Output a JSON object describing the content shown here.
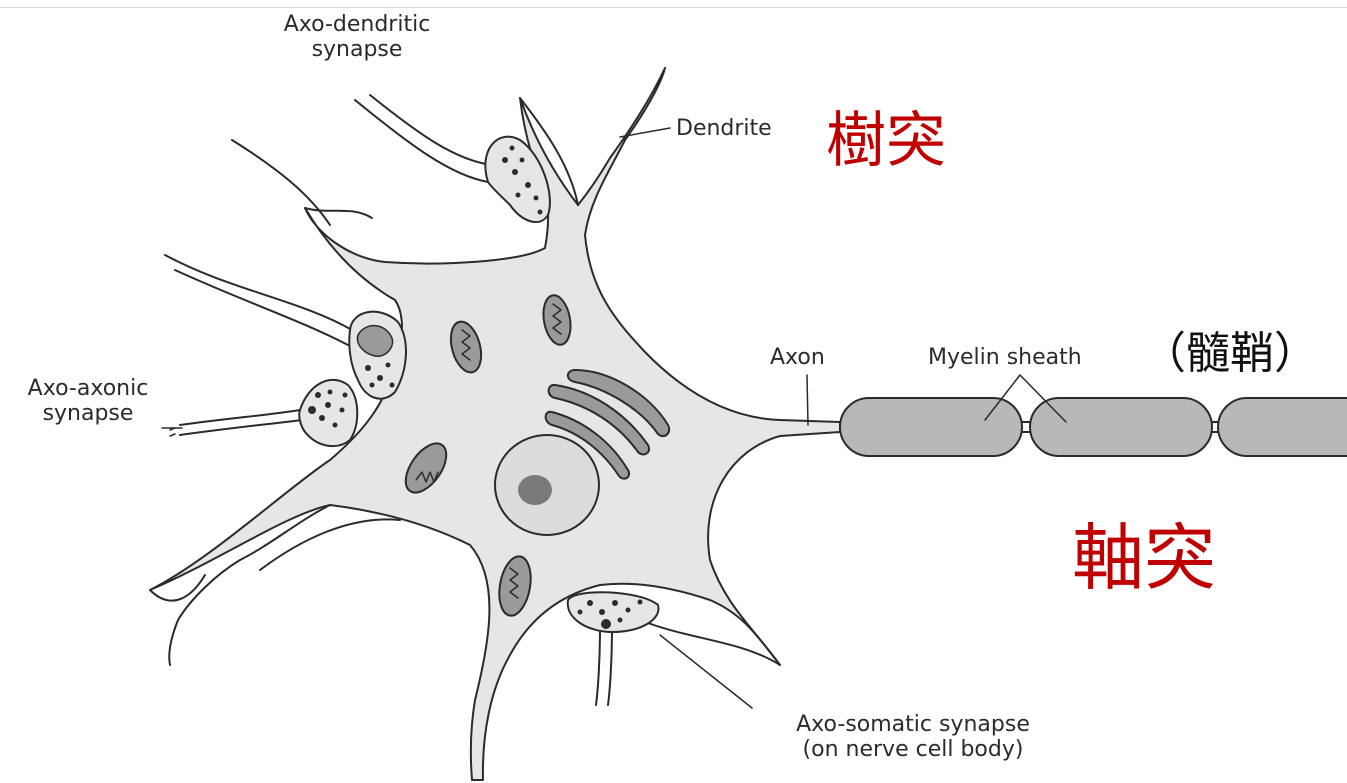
{
  "labels": {
    "axo_dendritic": [
      "Axo-dendritic",
      "synapse"
    ],
    "dendrite": "Dendrite",
    "axo_axonic": [
      "Axo-axonic",
      "synapse"
    ],
    "axon": "Axon",
    "myelin": "Myelin sheath",
    "axo_somatic": [
      "Axo-somatic synapse",
      "(on nerve cell body)"
    ]
  },
  "annotations": {
    "dendrite_zh": "樹突",
    "myelin_zh": "（髓鞘）",
    "axon_zh": "軸突"
  },
  "colors": {
    "annotation_red": "#c00000",
    "cell_fill": "#e6e6e6",
    "organelle_fill": "#9a9a9a",
    "outline": "#2b2b2b"
  }
}
